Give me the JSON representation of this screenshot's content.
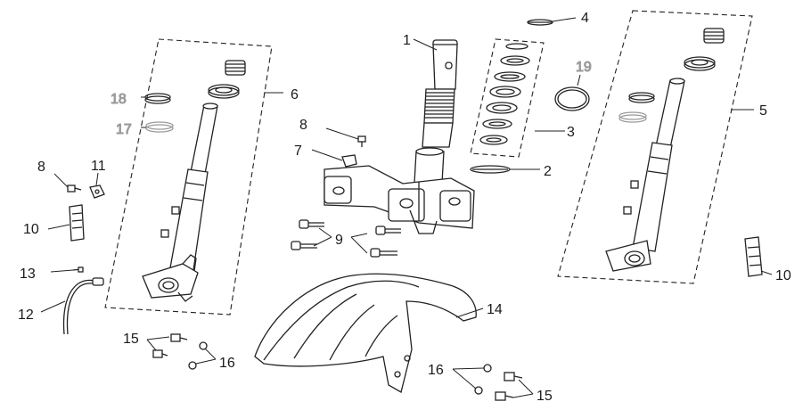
{
  "labels": {
    "l1": "1",
    "l2": "2",
    "l3": "3",
    "l4": "4",
    "l5": "5",
    "l6": "6",
    "l7": "7",
    "l8a": "8",
    "l8b": "8",
    "l9": "9",
    "l10a": "10",
    "l10b": "10",
    "l11": "11",
    "l12": "12",
    "l13": "13",
    "l14": "14",
    "l15a": "15",
    "l15b": "15",
    "l16a": "16",
    "l16b": "16",
    "l17": "17",
    "l18": "18",
    "l19": "19"
  },
  "colors": {
    "line": "#222222",
    "gray_callout": "#9a9a9a",
    "background": "#ffffff"
  }
}
